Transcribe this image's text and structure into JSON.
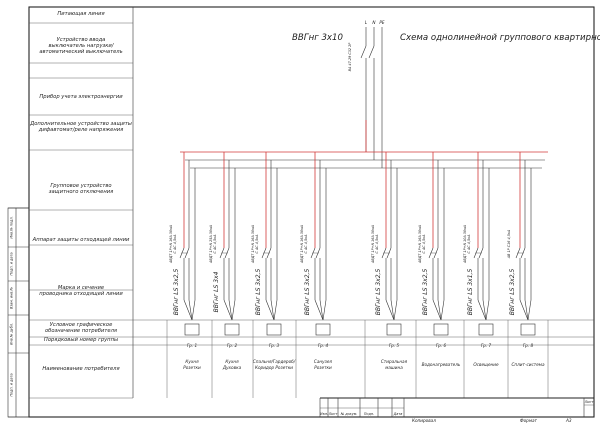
{
  "row_labels": [
    "Питающая линия",
    "Устройство ввода\nвыключатель нагрузки/\nавтоматический выключатель",
    "Прибор учета электроэнергии",
    "Дополнительное устройство защиты\nдифавтомат/реле напряжения",
    "Групповое устройство\nзащитного отключения",
    "Аппарат защиты отходящей линии",
    "Марка и сечение\nпроводника отходящей линии",
    "Условное графическое\nобозначение потребителя",
    "Порядковый номер группы",
    "Наименование потребителя"
  ],
  "side_labels": [
    "Инв.№ подл.",
    "Подп. и дата",
    "Взам. инв.№",
    "Инв.№ дубл.",
    "Подп. и дата"
  ],
  "feeder": {
    "cable": "ВВГнг 3х10",
    "phases": [
      "L",
      "N",
      "PE"
    ],
    "breaker": "ВА 47-29 С32 2P"
  },
  "title": "Схема однолинейной группового квартирного щита",
  "groups": [
    {
      "number": "Гр. 1",
      "name": "Кухня\nРозетки",
      "breaker": "АВДТ 1Р+N 16А 30мА\nС АС 4,5кА",
      "cable": "ВВГнг LS 3х2,5"
    },
    {
      "number": "Гр. 2",
      "name": "Кухня\nДуховка",
      "breaker": "АВДТ 1Р+N 25А 30мА\nС АС 4,5кА",
      "cable": "ВВГнг LS 3х4"
    },
    {
      "number": "Гр. 3",
      "name": "Спальня/Гардероб/\nКоридор Розетки",
      "breaker": "АВДТ 1Р+N 16А 30мА\nС АС 4,5кА",
      "cable": "ВВГнг LS 3х2,5"
    },
    {
      "number": "Гр. 4",
      "name": "Санузел\nРозетки",
      "breaker": "АВДТ 1Р+N 16А 30мА\nС АС 4,5кА",
      "cable": "ВВГнг LS 3х2,5"
    },
    {
      "number": "Гр. 5",
      "name": "Стиральная\nмашина",
      "breaker": "АВДТ 1Р+N 16А 30мА\nС АС 4,5кА",
      "cable": "ВВГнг LS 3х2,5"
    },
    {
      "number": "Гр. 6",
      "name": "Водонагреватель",
      "breaker": "АВДТ 1Р+N 16А 30мА\nС АС 4,5кА",
      "cable": "ВВГнг LS 3х2,5"
    },
    {
      "number": "Гр. 7",
      "name": "Освещение",
      "breaker": "АВДТ 1Р+N 10А 30мА\nС АС 4,5кА",
      "cable": "ВВГнг LS 3х1,5"
    },
    {
      "number": "Гр. 8",
      "name": "Сплит-система",
      "breaker": "АВ 1Р С16 4,5кА",
      "cable": "ВВГнг LS 3х2,5"
    }
  ],
  "stamp": {
    "headers": [
      "Изм.",
      "Лист",
      "№ докум.",
      "Подп.",
      "Дата"
    ],
    "sheet_label": "Лист",
    "copied": "Копировал",
    "format_label": "Формат",
    "format_value": "А3"
  }
}
